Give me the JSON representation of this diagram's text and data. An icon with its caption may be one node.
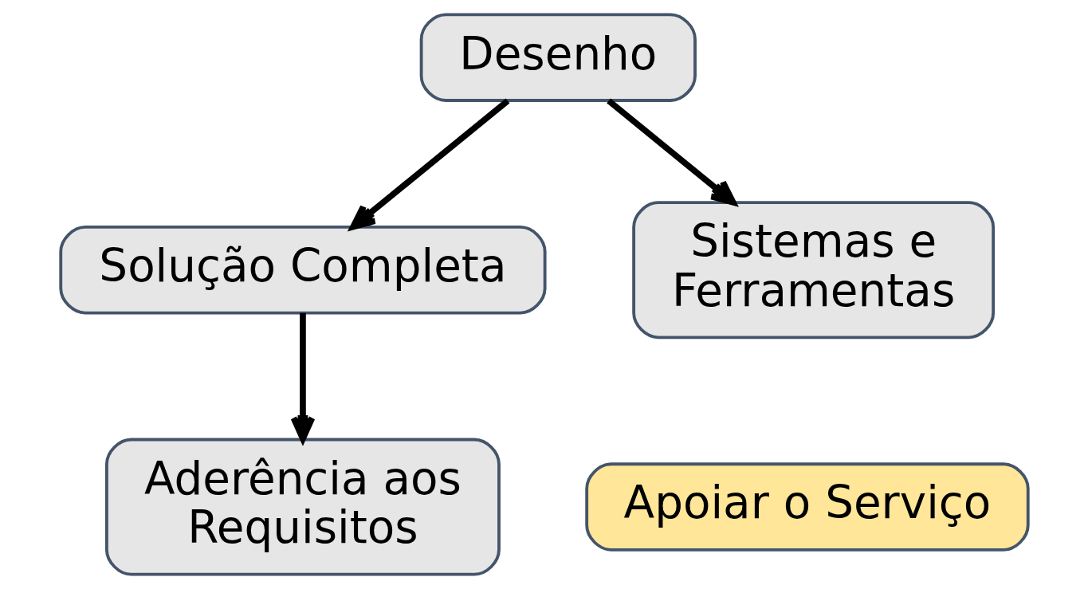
{
  "diagram": {
    "nodes": [
      {
        "text": [
          "Desenho"
        ]
      },
      {
        "text": [
          "Solução Completa"
        ]
      },
      {
        "text": [
          "Sistemas e Ferramentas"
        ]
      },
      {
        "text": [
          "Apoiar o Serviço"
        ]
      },
      {
        "text": [
          "Aderência aos Requisitos"
        ]
      }
    ],
    "edges": [
      {
        "from": 0,
        "to": 1,
        "arrow": "to"
      },
      {
        "from": 0,
        "to": 2,
        "arrow": "to"
      },
      {
        "from": 1,
        "to": 4,
        "arrow": "to"
      }
    ]
  }
}
